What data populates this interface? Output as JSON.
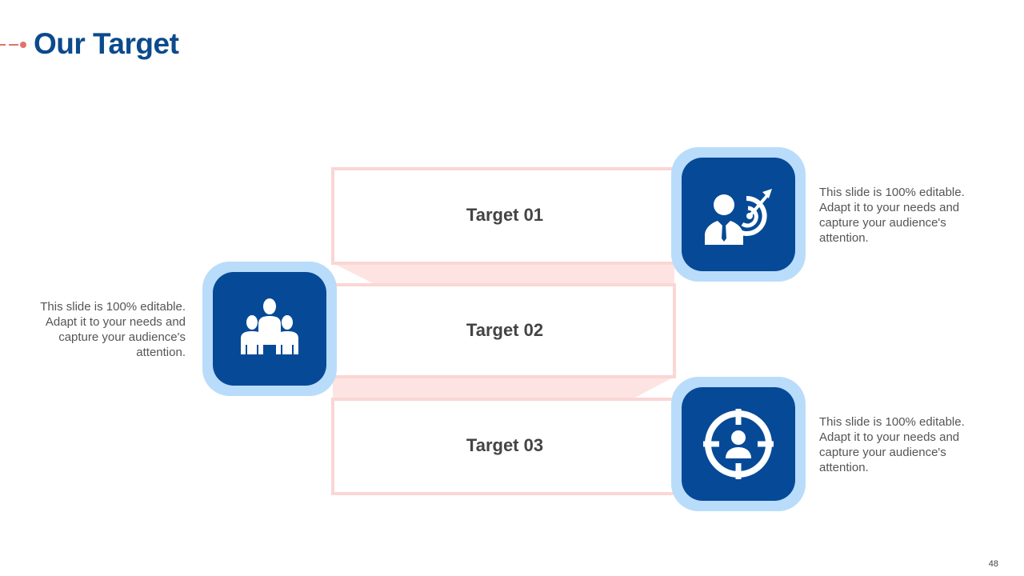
{
  "slide": {
    "title": "Our Target",
    "page_number": "48"
  },
  "colors": {
    "title": "#0b4a8c",
    "accent_dash": "#e2726a",
    "ribbon_fill": "#fde4e3",
    "ribbon_stroke": "#fbd6d4",
    "icon_outer": "#b9dcfb",
    "icon_inner": "#064a97",
    "icon_glyph": "#ffffff"
  },
  "targets": [
    {
      "label": "Target 01",
      "icon": "businessman-target-icon",
      "description": "This slide is 100% editable. Adapt it to your needs and capture your audience's attention."
    },
    {
      "label": "Target 02",
      "icon": "group-people-icon",
      "description": "This slide is 100% editable. Adapt it to your needs and capture your audience's attention."
    },
    {
      "label": "Target 03",
      "icon": "crosshair-person-icon",
      "description": "This slide is 100% editable. Adapt it to your needs and capture your audience's attention."
    }
  ]
}
